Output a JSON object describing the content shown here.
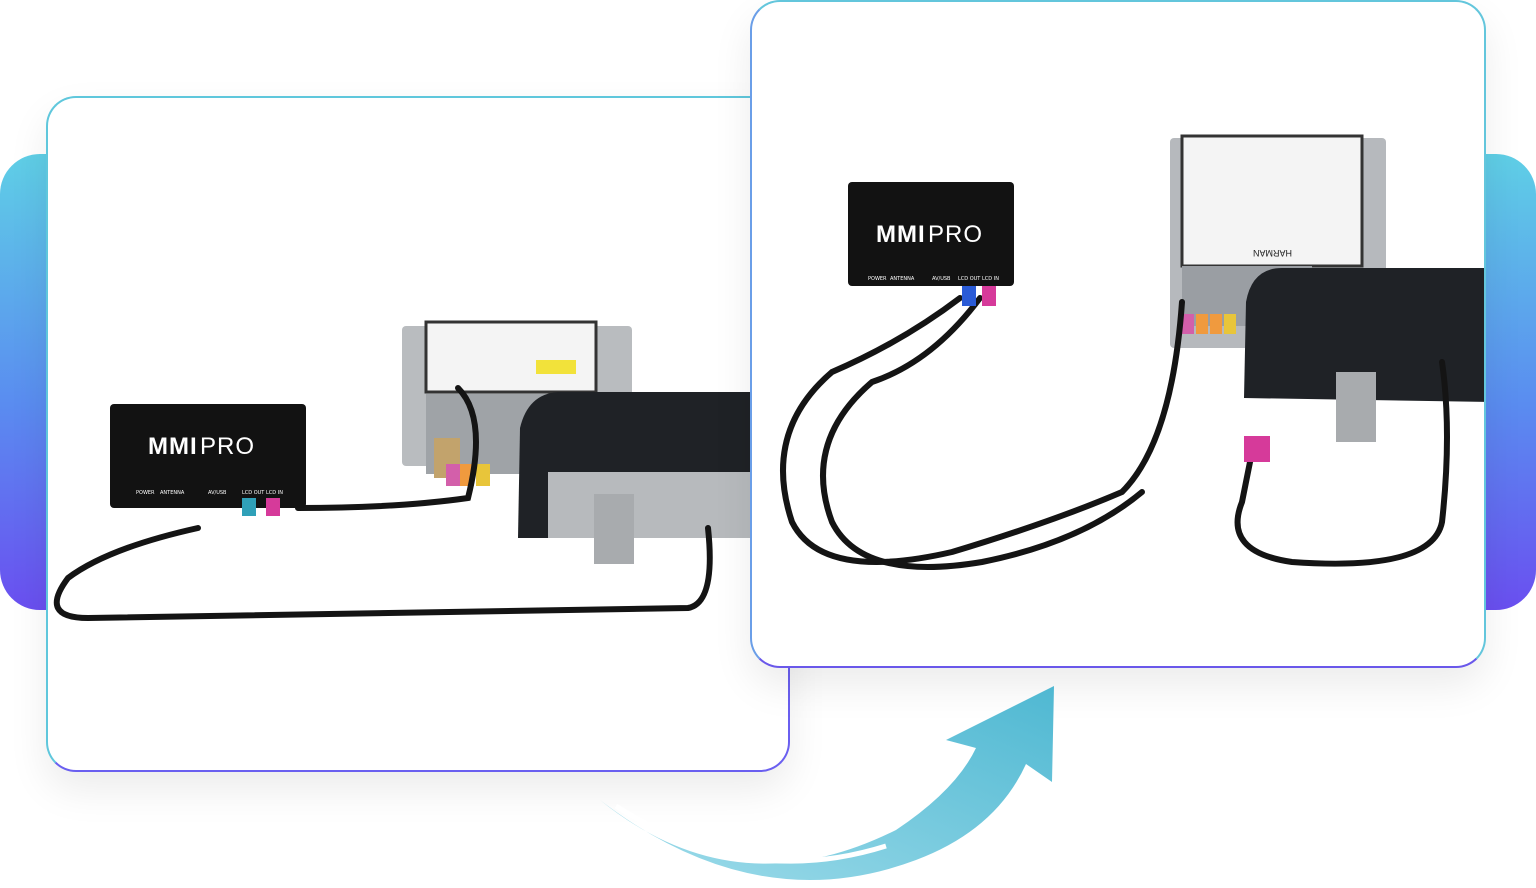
{
  "left_photo": {
    "device_brand_bold": "MMI",
    "device_brand_light": "PRO",
    "port_labels": [
      "POWER",
      "ANTENNA",
      "AV/USB",
      "LCD OUT",
      "LCD IN"
    ]
  },
  "right_photo": {
    "device_brand_bold": "MMI",
    "device_brand_light": "PRO",
    "port_labels": [
      "POWER",
      "ANTENNA",
      "AV/USB",
      "LCD OUT",
      "LCD IN"
    ],
    "headunit_brand": "HARMAN"
  },
  "colors": {
    "gradient_top": "#5fcfe6",
    "gradient_bottom": "#6a4ff0",
    "card_border": "#5e6ae0",
    "arrow": "#5cc3d8",
    "cable": "#1a1a1a",
    "connector_pink": "#d63a9a",
    "connector_teal": "#2fa0b8"
  },
  "icons": [
    "curved-arrow-icon"
  ]
}
